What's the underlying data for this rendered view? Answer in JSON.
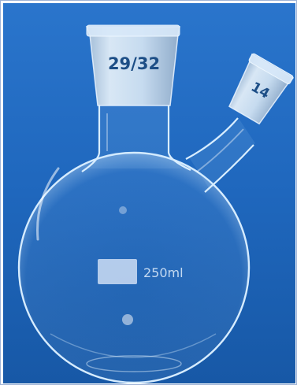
{
  "main_neck": {
    "label": "29/32"
  },
  "side_neck": {
    "label": "14"
  },
  "bulb": {
    "volume_label": "250ml"
  },
  "colors": {
    "background_top": "#1f6cc4",
    "background_bottom": "#1559a6",
    "glass": "#d9eeff",
    "joint_glass": "#cfe1f2",
    "label_text": "#1d4e86"
  }
}
